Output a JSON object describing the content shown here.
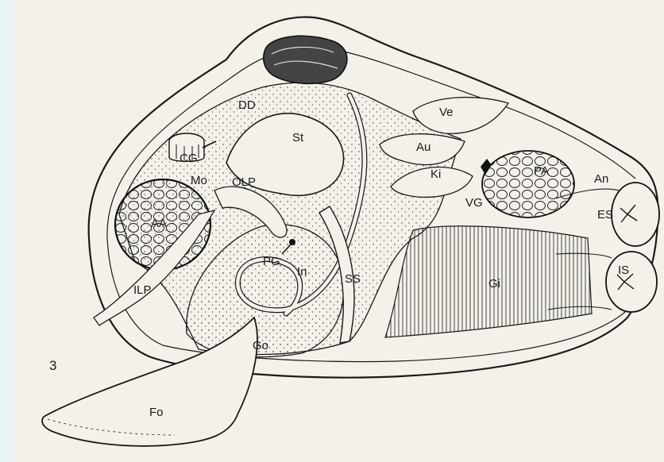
{
  "figure": {
    "number": "3",
    "background_color": "#e9f3f3",
    "paper_color": "#f4f1ea",
    "ink_color": "#1a1a1a",
    "labels": {
      "DD": "DD",
      "St": "St",
      "Ve": "Ve",
      "Au": "Au",
      "Ki": "Ki",
      "PA": "PA",
      "An": "An",
      "ES": "ES",
      "IS": "IS",
      "VG": "VG",
      "Gi": "Gi",
      "SS": "SS",
      "In": "In",
      "PG": "PG",
      "Go": "Go",
      "Fo": "Fo",
      "ILP": "ILP",
      "AA": "AA",
      "OLP": "OLP",
      "Mo": "Mo",
      "CG": "CG"
    }
  }
}
